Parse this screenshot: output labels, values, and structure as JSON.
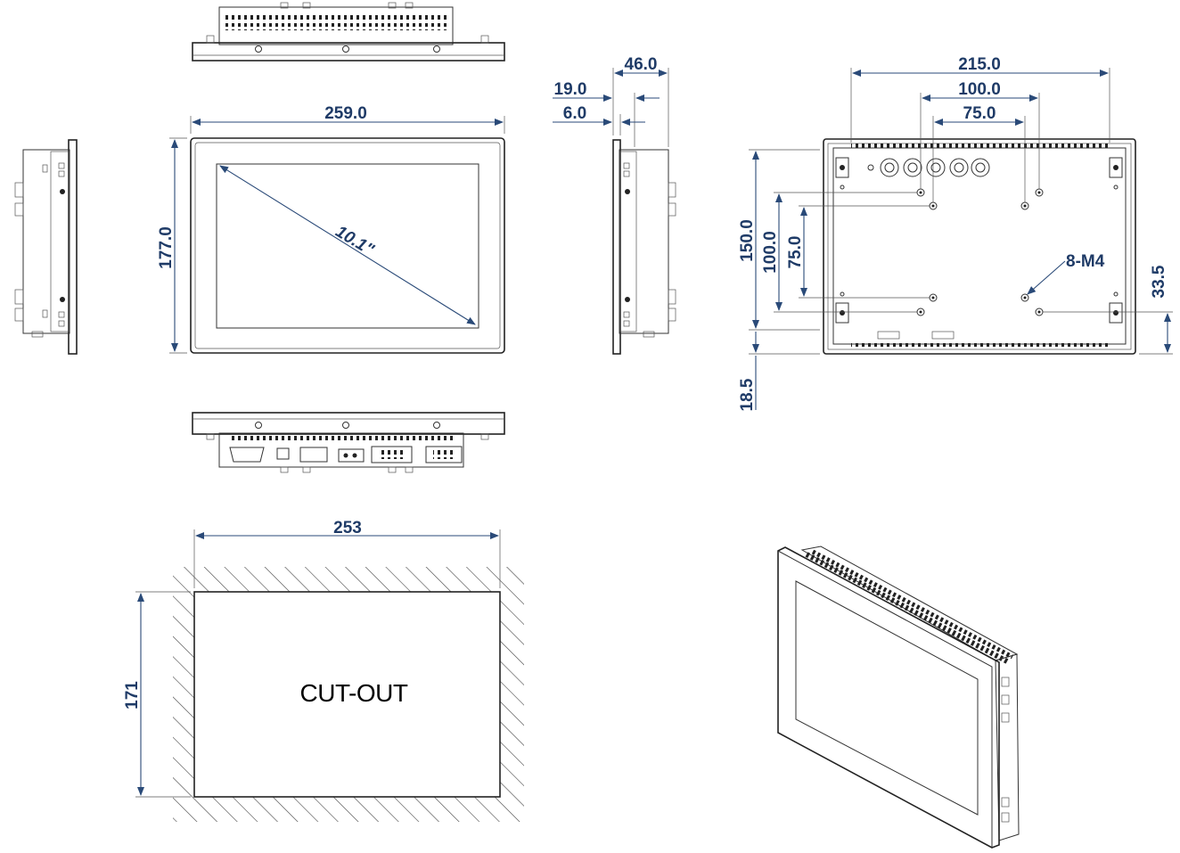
{
  "dimensions": {
    "front_width": "259.0",
    "front_height": "177.0",
    "screen_diagonal": "10.1\"",
    "depth": "46.0",
    "side_19": "19.0",
    "side_6": "6.0",
    "rear_215": "215.0",
    "rear_100_h": "100.0",
    "rear_75_h": "75.0",
    "rear_150": "150.0",
    "rear_100_v": "100.0",
    "rear_75_v": "75.0",
    "rear_335": "33.5",
    "rear_185": "18.5",
    "screw_spec": "8-M4",
    "cutout_width": "253",
    "cutout_height": "171"
  },
  "cutout": {
    "label": "CUT-OUT"
  },
  "colors": {
    "dimension": "#1f3b67",
    "line": "#222222"
  }
}
